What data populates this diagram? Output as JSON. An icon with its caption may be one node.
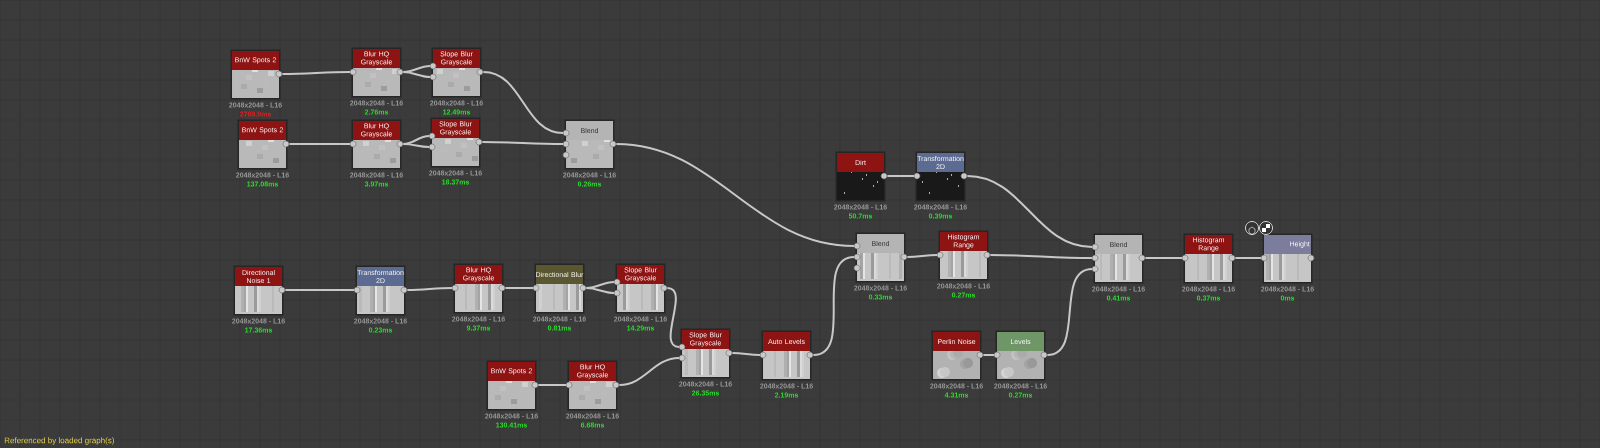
{
  "diagram": {
    "nodes": [
      {
        "text": [
          "BnW Spots 2"
        ],
        "beside": [
          "2048x2048 - L16",
          "2769.9ms"
        ]
      },
      {
        "text": [
          "Blur HQ Grayscale"
        ],
        "beside": [
          "2048x2048 - L16",
          "2.76ms"
        ]
      },
      {
        "text": [
          "Slope Blur Grayscale"
        ],
        "beside": [
          "2048x2048 - L16",
          "12.49ms"
        ]
      },
      {
        "text": [
          "BnW Spots 2"
        ],
        "beside": [
          "2048x2048 - L16",
          "137.08ms"
        ]
      },
      {
        "text": [
          "Blur HQ Grayscale"
        ],
        "beside": [
          "2048x2048 - L16",
          "3.97ms"
        ]
      },
      {
        "text": [
          "Slope Blur Grayscale"
        ],
        "beside": [
          "2048x2048 - L16",
          "18.37ms"
        ]
      },
      {
        "text": [
          "Blend"
        ],
        "beside": [
          "2048x2048 - L16",
          "0.26ms"
        ]
      },
      {
        "text": [
          "Directional Noise 1"
        ],
        "beside": [
          "2048x2048 - L16",
          "17.36ms"
        ]
      },
      {
        "text": [
          "Transformation 2D"
        ],
        "beside": [
          "2048x2048 - L16",
          "0.23ms"
        ]
      },
      {
        "text": [
          "Blur HQ Grayscale"
        ],
        "beside": [
          "2048x2048 - L16",
          "9.37ms"
        ]
      },
      {
        "text": [
          "Directional Blur"
        ],
        "beside": [
          "2048x2048 - L16",
          "0.81ms"
        ]
      },
      {
        "text": [
          "Slope Blur Grayscale"
        ],
        "beside": [
          "2048x2048 - L16",
          "14.29ms"
        ]
      },
      {
        "text": [
          "BnW Spots 2"
        ],
        "beside": [
          "2048x2048 - L16",
          "130.41ms"
        ]
      },
      {
        "text": [
          "Blur HQ Grayscale"
        ],
        "beside": [
          "2048x2048 - L16",
          "6.68ms"
        ]
      },
      {
        "text": [
          "Slope Blur Grayscale"
        ],
        "beside": [
          "2048x2048 - L16",
          "26.35ms"
        ]
      },
      {
        "text": [
          "Auto Levels"
        ],
        "beside": [
          "2048x2048 - L16",
          "2.19ms"
        ]
      },
      {
        "text": [
          "Dirt"
        ],
        "beside": [
          "2048x2048 - L16",
          "50.7ms"
        ]
      },
      {
        "text": [
          "Transformation 2D"
        ],
        "beside": [
          "2048x2048 - L16",
          "0.39ms"
        ]
      },
      {
        "text": [
          "Blend"
        ],
        "beside": [
          "2048x2048 - L16",
          "0.33ms"
        ]
      },
      {
        "text": [
          "Histogram Range"
        ],
        "beside": [
          "2048x2048 - L16",
          "0.27ms"
        ]
      },
      {
        "text": [
          "Blend"
        ],
        "beside": [
          "2048x2048 - L16",
          "0.41ms"
        ]
      },
      {
        "text": [
          "Histogram Range"
        ],
        "beside": [
          "2048x2048 - L16",
          "0.37ms"
        ]
      },
      {
        "text": [
          "Perlin Noise"
        ],
        "beside": [
          "2048x2048 - L16",
          "4.31ms"
        ]
      },
      {
        "text": [
          "Levels"
        ],
        "beside": [
          "2048x2048 - L16",
          "0.27ms"
        ]
      },
      {
        "text": [
          "Height"
        ],
        "beside": [
          "2048x2048 - L16",
          "0ms"
        ]
      }
    ],
    "edges": [
      {
        "from": 0,
        "to": 1,
        "arrow": "none"
      },
      {
        "from": 1,
        "to": 2,
        "arrow": "none"
      },
      {
        "from": 1,
        "to": 2,
        "arrow": "none"
      },
      {
        "from": 2,
        "to": 6,
        "arrow": "none"
      },
      {
        "from": 3,
        "to": 4,
        "arrow": "none"
      },
      {
        "from": 4,
        "to": 5,
        "arrow": "none"
      },
      {
        "from": 4,
        "to": 5,
        "arrow": "none"
      },
      {
        "from": 5,
        "to": 6,
        "arrow": "none"
      },
      {
        "from": 6,
        "to": 18,
        "arrow": "none"
      },
      {
        "from": 7,
        "to": 8,
        "arrow": "none"
      },
      {
        "from": 8,
        "to": 9,
        "arrow": "none"
      },
      {
        "from": 9,
        "to": 10,
        "arrow": "none"
      },
      {
        "from": 10,
        "to": 11,
        "arrow": "none"
      },
      {
        "from": 10,
        "to": 11,
        "arrow": "none"
      },
      {
        "from": 11,
        "to": 14,
        "arrow": "none"
      },
      {
        "from": 12,
        "to": 13,
        "arrow": "none"
      },
      {
        "from": 13,
        "to": 14,
        "arrow": "none"
      },
      {
        "from": 14,
        "to": 15,
        "arrow": "none"
      },
      {
        "from": 15,
        "to": 18,
        "arrow": "none"
      },
      {
        "from": 18,
        "to": 19,
        "arrow": "none"
      },
      {
        "from": 16,
        "to": 17,
        "arrow": "none"
      },
      {
        "from": 17,
        "to": 20,
        "arrow": "none"
      },
      {
        "from": 19,
        "to": 20,
        "arrow": "none"
      },
      {
        "from": 22,
        "to": 23,
        "arrow": "none"
      },
      {
        "from": 23,
        "to": 20,
        "arrow": "none"
      },
      {
        "from": 20,
        "to": 21,
        "arrow": "none"
      },
      {
        "from": 21,
        "to": 24,
        "arrow": "none"
      }
    ],
    "labels": [
      "Referenced by loaded graph(s)"
    ]
  }
}
